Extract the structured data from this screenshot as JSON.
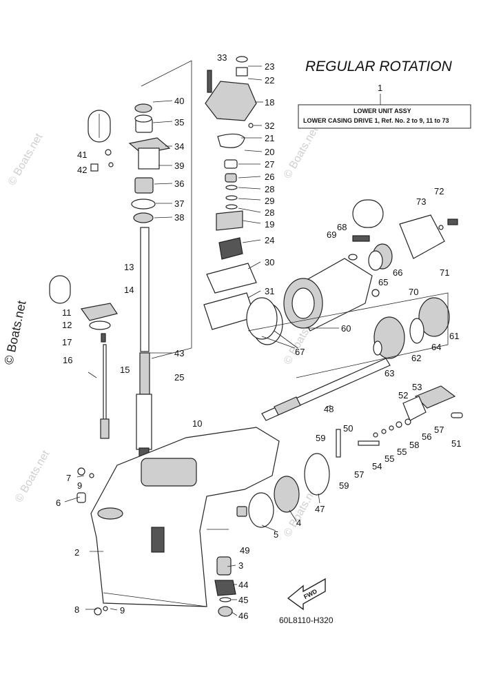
{
  "title": "REGULAR ROTATION",
  "reference_box": {
    "number": "1",
    "line1": "LOWER UNIT ASSY",
    "line2": "LOWER CASING DRIVE 1,  Ref. No. 2 to 9, 11 to 73"
  },
  "diagram_code": "60L8110-H320",
  "fwd_label": "FWD",
  "watermark": "© Boats.net",
  "callouts": [
    "2",
    "3",
    "4",
    "5",
    "6",
    "7",
    "8",
    "9",
    "9",
    "10",
    "11",
    "12",
    "13",
    "14",
    "15",
    "16",
    "17",
    "18",
    "19",
    "20",
    "21",
    "22",
    "23",
    "24",
    "25",
    "26",
    "27",
    "28",
    "28",
    "29",
    "30",
    "31",
    "32",
    "33",
    "34",
    "35",
    "36",
    "37",
    "38",
    "39",
    "40",
    "41",
    "42",
    "43",
    "44",
    "45",
    "46",
    "47",
    "48",
    "49",
    "50",
    "51",
    "52",
    "53",
    "54",
    "55",
    "55",
    "56",
    "57",
    "57",
    "58",
    "59",
    "59",
    "60",
    "61",
    "62",
    "63",
    "64",
    "65",
    "66",
    "67",
    "68",
    "69",
    "70",
    "71",
    "72",
    "73"
  ]
}
